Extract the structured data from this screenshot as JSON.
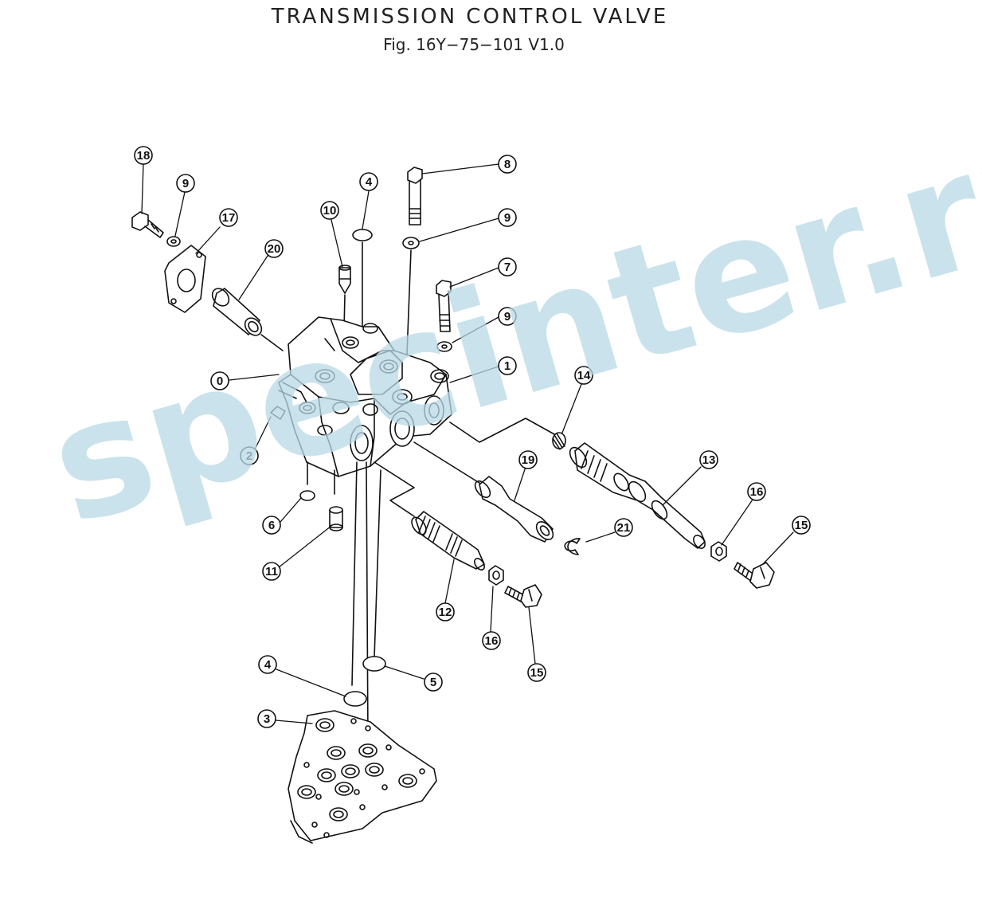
{
  "header": {
    "title": "TRANSMISSION CONTROL VALVE",
    "subtitle": "Fig. 16Y−75−101  V1.0"
  },
  "watermark": "specinter.ru",
  "callouts": [
    "0",
    "1",
    "2",
    "3",
    "4",
    "4",
    "5",
    "6",
    "7",
    "8",
    "9",
    "9",
    "9",
    "10",
    "11",
    "12",
    "13",
    "14",
    "15",
    "15",
    "16",
    "16",
    "17",
    "18",
    "19",
    "20",
    "21"
  ]
}
